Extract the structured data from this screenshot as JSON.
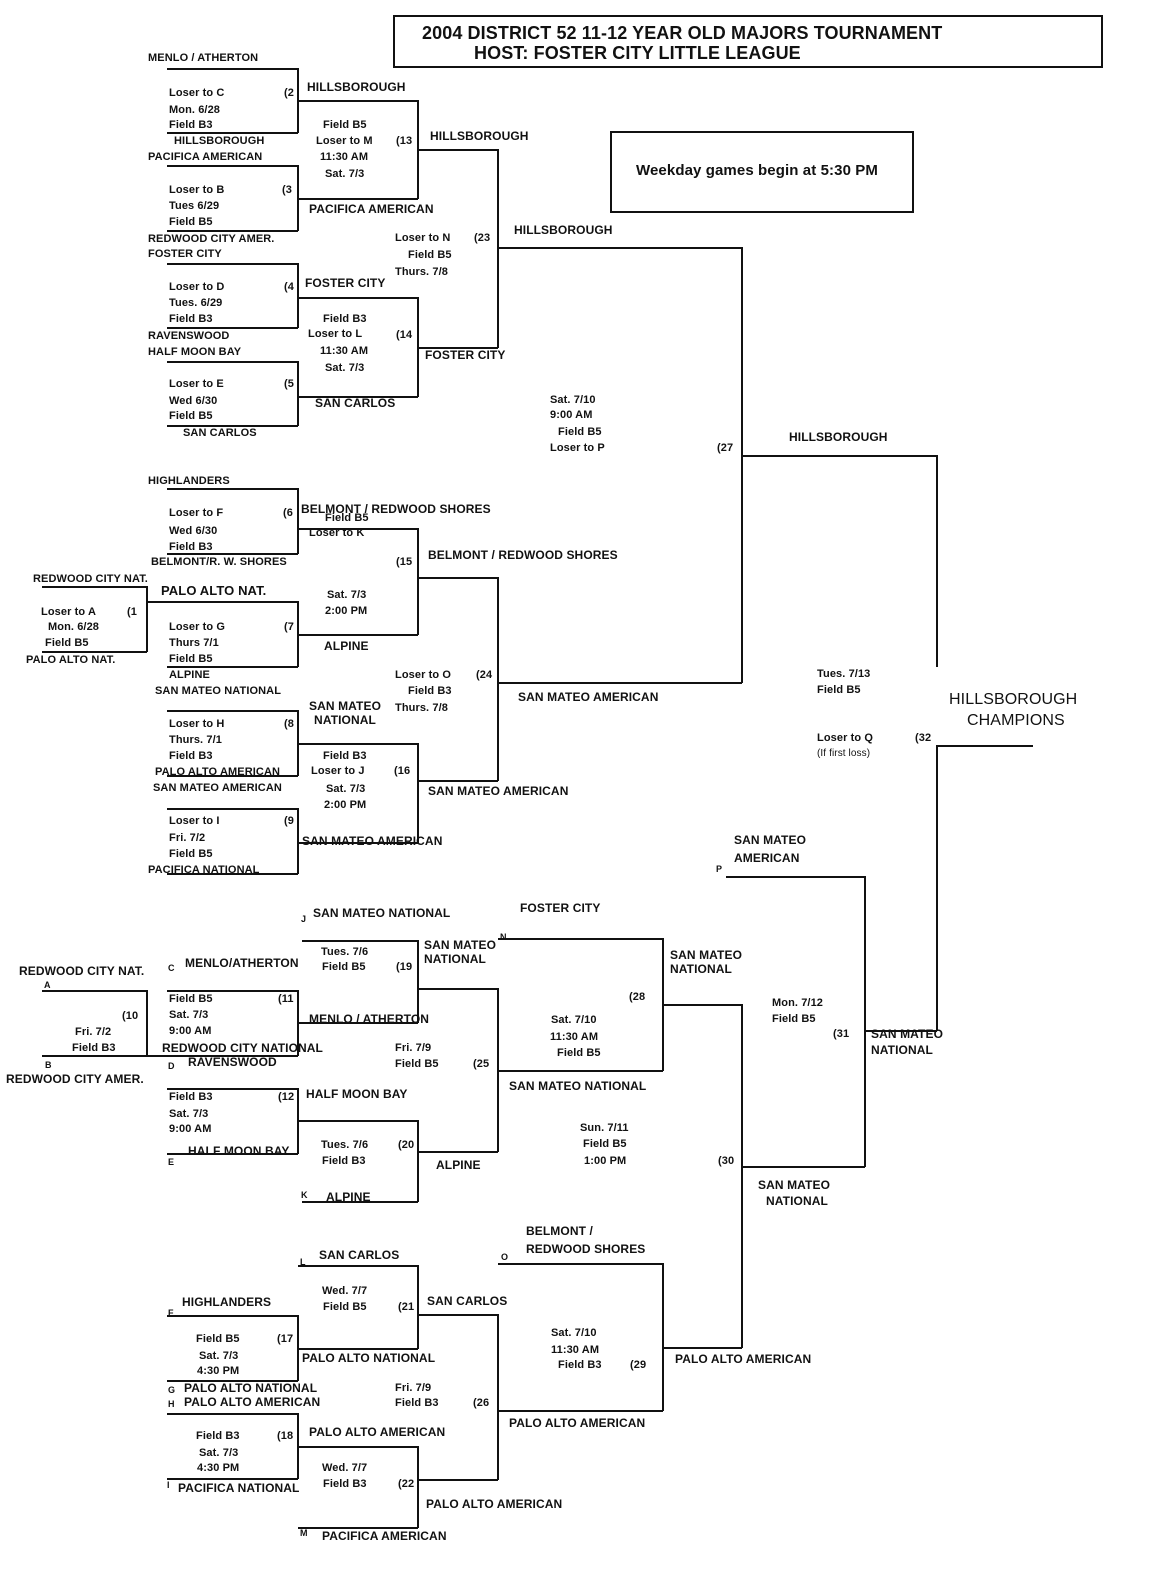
{
  "title": {
    "line1": "2004 DISTRICT 52 11-12 YEAR OLD MAJORS TOURNAMENT",
    "line2": "HOST: FOSTER CITY LITTLE LEAGUE"
  },
  "notice": "Weekday games begin at 5:30 PM",
  "champion": {
    "name": "HILLSBOROUGH",
    "label": "CHAMPIONS"
  },
  "winners_bracket": {
    "round1": [
      {
        "game": "(2",
        "top": "MENLO / ATHERTON",
        "bottom": "HILLSBOROUGH",
        "info": [
          "Loser to C",
          "Mon. 6/28",
          "Field B3"
        ],
        "winner": "HILLSBOROUGH"
      },
      {
        "game": "(3",
        "top": "PACIFICA AMERICAN",
        "bottom": "REDWOOD CITY AMER.",
        "info": [
          "Loser to B",
          "Tues 6/29",
          "Field B5"
        ],
        "winner": "PACIFICA AMERICAN"
      },
      {
        "game": "(4",
        "top": "FOSTER CITY",
        "bottom": "RAVENSWOOD",
        "info": [
          "Loser to D",
          "Tues. 6/29",
          "Field B3"
        ],
        "winner": "FOSTER CITY"
      },
      {
        "game": "(5",
        "top": "HALF MOON BAY",
        "bottom": "SAN CARLOS",
        "info": [
          "Loser to E",
          "Wed 6/30",
          "Field B5"
        ],
        "winner": "SAN CARLOS"
      },
      {
        "game": "(6",
        "top": "HIGHLANDERS",
        "bottom": "BELMONT/R. W. SHORES",
        "info": [
          "Loser to F",
          "Wed 6/30",
          "Field B3"
        ],
        "winner": "BELMONT / REDWOOD SHORES"
      },
      {
        "game": "(1",
        "top": "REDWOOD CITY NAT.",
        "bottom": "PALO ALTO NAT.",
        "info": [
          "Loser to A",
          "Mon. 6/28",
          "Field B5"
        ],
        "winner": "PALO ALTO NAT."
      },
      {
        "game": "(7",
        "top": "PALO ALTO NAT.",
        "bottom": "ALPINE",
        "info": [
          "Loser to G",
          "Thurs 7/1",
          "Field B5"
        ],
        "winner": "ALPINE"
      },
      {
        "game": "(8",
        "top": "SAN MATEO NATIONAL",
        "bottom": "PALO ALTO AMERICAN",
        "info": [
          "Loser to H",
          "Thurs. 7/1",
          "Field B3"
        ],
        "winner": "SAN MATEO NATIONAL"
      },
      {
        "game": "(9",
        "top": "SAN MATEO AMERICAN",
        "bottom": "PACIFICA NATIONAL",
        "info": [
          "Loser to I",
          "Fri. 7/2",
          "Field B5"
        ],
        "winner": "SAN MATEO AMERICAN"
      }
    ],
    "round2": [
      {
        "game": "(13",
        "info": [
          "Field B5",
          "Loser to M",
          "11:30 AM",
          "Sat. 7/3"
        ],
        "winner": "HILLSBOROUGH"
      },
      {
        "game": "(14",
        "info": [
          "Field B3",
          "Loser to L",
          "11:30 AM",
          "Sat. 7/3"
        ],
        "winner": "FOSTER CITY"
      },
      {
        "game": "(15",
        "info": [
          "Field B5",
          "Loser to K",
          "Sat. 7/3",
          "2:00 PM"
        ],
        "winner": "BELMONT / REDWOOD SHORES"
      },
      {
        "game": "(16",
        "info": [
          "Field B3",
          "Loser to J",
          "Sat. 7/3",
          "2:00 PM"
        ],
        "winner": "SAN MATEO AMERICAN"
      }
    ],
    "round3": [
      {
        "game": "(23",
        "info": [
          "Loser to N",
          "Field B5",
          "Thurs. 7/8"
        ],
        "winner": "HILLSBOROUGH"
      },
      {
        "game": "(24",
        "info": [
          "Loser to O",
          "Field B3",
          "Thurs. 7/8"
        ],
        "winner": "SAN MATEO AMERICAN"
      }
    ],
    "final": {
      "game": "(27",
      "info": [
        "Sat. 7/10",
        "9:00 AM",
        "Field B5",
        "Loser to P"
      ],
      "winner": "HILLSBOROUGH"
    }
  },
  "championship": {
    "game": "(32",
    "info": [
      "Tues. 7/13",
      "Field B5",
      "Loser to Q",
      "(If first loss)"
    ]
  },
  "losers_bracket": {
    "g10": {
      "game": "(10",
      "top_slot": "A",
      "top": "REDWOOD CITY NAT.",
      "bottom_slot": "B",
      "bottom": "REDWOOD CITY AMER.",
      "info": [
        "Fri. 7/2",
        "Field B3"
      ]
    },
    "g11": {
      "game": "(11",
      "top_slot": "C",
      "top": "MENLO/ATHERTON",
      "bottom": "REDWOOD CITY NATIONAL",
      "info": [
        "Field B5",
        "Sat. 7/3",
        "9:00 AM"
      ],
      "winner": "MENLO / ATHERTON"
    },
    "g12": {
      "game": "(12",
      "top_slot": "D",
      "top": "RAVENSWOOD",
      "bottom_slot": "E",
      "bottom": "HALF MOON BAY",
      "info": [
        "Field B3",
        "Sat. 7/3",
        "9:00 AM"
      ],
      "winner": "HALF MOON BAY"
    },
    "g19": {
      "game": "(19",
      "top_slot": "J",
      "top": "SAN MATEO NATIONAL",
      "info": [
        "Tues. 7/6",
        "Field B5"
      ],
      "winner": "SAN MATEO NATIONAL"
    },
    "g20": {
      "game": "(20",
      "bottom_slot": "K",
      "bottom": "ALPINE",
      "info": [
        "Tues. 7/6",
        "Field B3"
      ],
      "winner": "ALPINE"
    },
    "g25": {
      "game": "(25",
      "info": [
        "Fri. 7/9",
        "Field B5"
      ],
      "winner": "SAN MATEO NATIONAL"
    },
    "g28": {
      "game": "(28",
      "top_slot": "N",
      "top": "FOSTER CITY",
      "info": [
        "Sat. 7/10",
        "11:30 AM",
        "Field B5"
      ],
      "winner": "SAN MATEO NATIONAL"
    },
    "g17": {
      "game": "(17",
      "top_slot": "F",
      "top": "HIGHLANDERS",
      "bottom_slot": "G",
      "bottom": "PALO ALTO NATIONAL",
      "info": [
        "Field B5",
        "Sat. 7/3",
        "4:30 PM"
      ],
      "winner": "PALO ALTO NATIONAL"
    },
    "g18": {
      "game": "(18",
      "top_slot": "H",
      "top": "PALO ALTO AMERICAN",
      "bottom_slot": "I",
      "bottom": "PACIFICA NATIONAL",
      "info": [
        "Field B3",
        "Sat. 7/3",
        "4:30 PM"
      ],
      "winner": "PALO ALTO AMERICAN"
    },
    "g21": {
      "game": "(21",
      "top_slot": "L",
      "top": "SAN CARLOS",
      "info": [
        "Wed. 7/7",
        "Field B5"
      ],
      "winner": "SAN CARLOS"
    },
    "g22": {
      "game": "(22",
      "bottom_slot": "M",
      "bottom": "PACIFICA AMERICAN",
      "info": [
        "Wed. 7/7",
        "Field B3"
      ],
      "winner": "PALO ALTO AMERICAN"
    },
    "g26": {
      "game": "(26",
      "info": [
        "Fri. 7/9",
        "Field B3"
      ],
      "winner": "PALO ALTO AMERICAN"
    },
    "g29": {
      "game": "(29",
      "top_slot": "O",
      "top": "BELMONT /",
      "top2": "REDWOOD SHORES",
      "info": [
        "Sat. 7/10",
        "11:30 AM",
        "Field B3"
      ],
      "winner": "PALO ALTO AMERICAN"
    },
    "g30": {
      "game": "(30",
      "info": [
        "Sun. 7/11",
        "Field B5",
        "1:00 PM"
      ],
      "winner": "SAN MATEO",
      "winner2": "NATIONAL"
    },
    "g31": {
      "game": "(31",
      "top_slot": "P",
      "top": "SAN MATEO",
      "top2": "AMERICAN",
      "info": [
        "Mon. 7/12",
        "Field B5"
      ],
      "winner": "SAN MATEO",
      "winner2": "NATIONAL"
    }
  }
}
